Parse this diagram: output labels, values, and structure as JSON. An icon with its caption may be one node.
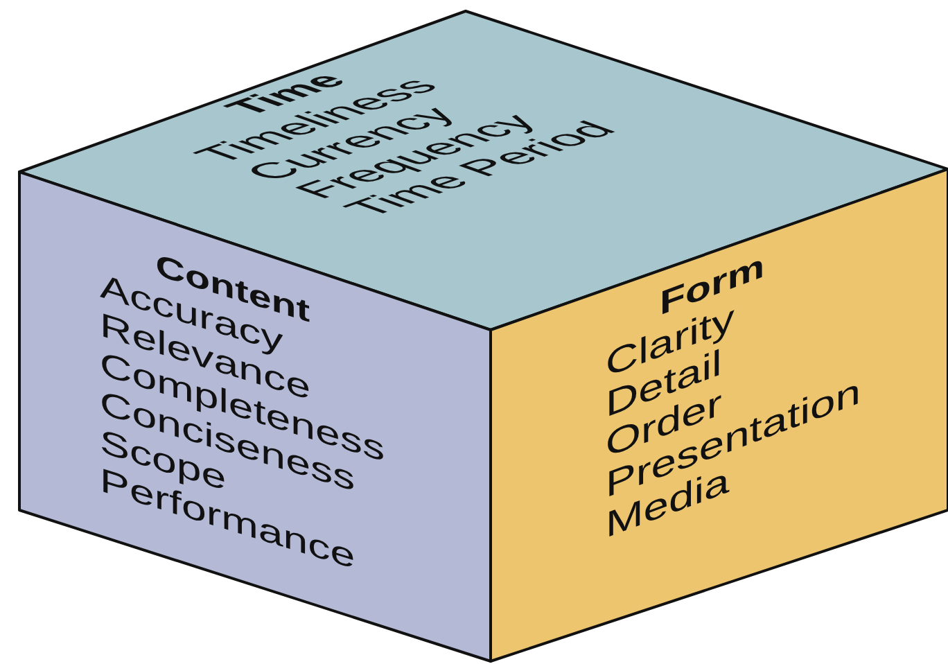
{
  "diagram": {
    "nodes": [
      {
        "text": [
          "Time",
          "Timeliness",
          "Currency",
          "Frequency",
          "Time Period"
        ]
      },
      {
        "text": [
          "Content",
          "Accuracy",
          "Relevance",
          "Completeness",
          "Conciseness",
          "Scope",
          "Performance"
        ]
      },
      {
        "text": [
          "Form",
          "Clarity",
          "Detail",
          "Order",
          "Presentation",
          "Media"
        ]
      }
    ]
  }
}
